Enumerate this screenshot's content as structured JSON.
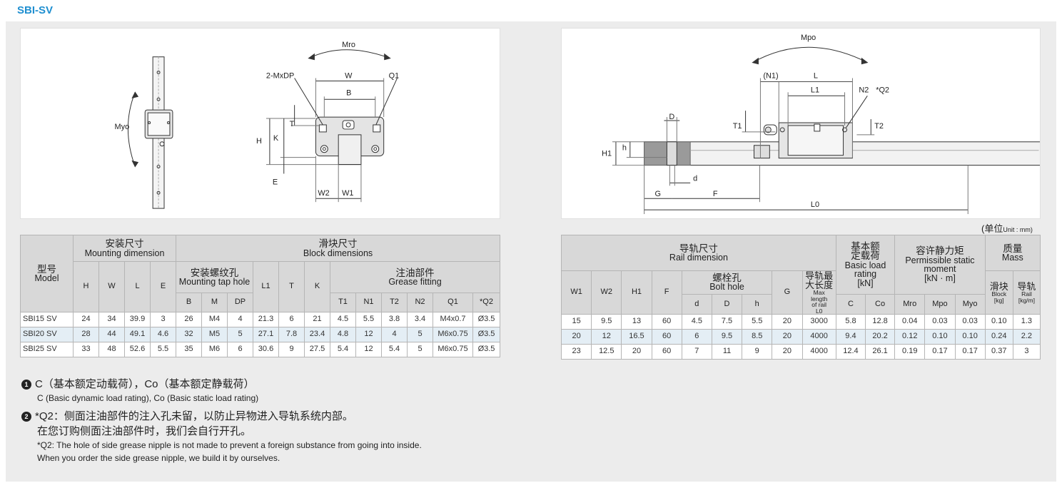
{
  "title": "SBI-SV",
  "unit_label": "(单位",
  "unit_small": "Unit : mm)",
  "drawing_left": {
    "labels": {
      "myo": "Myo",
      "mro": "Mro",
      "mxdp": "2-MxDP",
      "w": "W",
      "q1": "Q1",
      "b": "B",
      "t": "T",
      "h": "H",
      "k": "K",
      "e": "E",
      "w2": "W2",
      "w1": "W1"
    }
  },
  "drawing_right": {
    "labels": {
      "mpo": "Mpo",
      "n1": "(N1)",
      "l": "L",
      "l1": "L1",
      "n2": "N2",
      "q2": "*Q2",
      "d_upper": "D",
      "t1": "T1",
      "t2": "T2",
      "h1": "H1",
      "h": "h",
      "d": "d",
      "g": "G",
      "f": "F",
      "l0": "L0"
    }
  },
  "table_left": {
    "model_zh": "型号",
    "model_en": "Model",
    "mount_zh": "安装尺寸",
    "mount_en": "Mounting dimension",
    "block_zh": "滑块尺寸",
    "block_en": "Block dimensions",
    "tap_zh": "安装螺纹孔",
    "tap_en": "Mounting tap hole",
    "grease_zh": "注油部件",
    "grease_en": "Grease fitting",
    "cols": {
      "H": "H",
      "W": "W",
      "L": "L",
      "E": "E",
      "B": "B",
      "M": "M",
      "DP": "DP",
      "L1": "L1",
      "T": "T",
      "K": "K",
      "T1": "T1",
      "N1": "N1",
      "T2": "T2",
      "N2": "N2",
      "Q1": "Q1",
      "Q2": "*Q2"
    },
    "rows": [
      [
        "SBI15 SV",
        "24",
        "34",
        "39.9",
        "3",
        "26",
        "M4",
        "4",
        "21.3",
        "6",
        "21",
        "4.5",
        "5.5",
        "3.8",
        "3.4",
        "M4x0.7",
        "Ø3.5"
      ],
      [
        "SBI20 SV",
        "28",
        "44",
        "49.1",
        "4.6",
        "32",
        "M5",
        "5",
        "27.1",
        "7.8",
        "23.4",
        "4.8",
        "12",
        "4",
        "5",
        "M6x0.75",
        "Ø3.5"
      ],
      [
        "SBI25 SV",
        "33",
        "48",
        "52.6",
        "5.5",
        "35",
        "M6",
        "6",
        "30.6",
        "9",
        "27.5",
        "5.4",
        "12",
        "5.4",
        "5",
        "M6x0.75",
        "Ø3.5"
      ]
    ]
  },
  "table_right": {
    "rail_zh": "导轨尺寸",
    "rail_en": "Rail dimension",
    "bolt_zh": "螺栓孔",
    "bolt_en": "Bolt hole",
    "maxlen_zh1": "导轨最",
    "maxlen_zh2": "大长度",
    "maxlen_en1": "Max",
    "maxlen_en2": "length",
    "maxlen_en3": "of rail",
    "maxlen_en4": "L0",
    "rating_zh1": "基本额",
    "rating_zh2": "定载荷",
    "rating_en1": "Basic load",
    "rating_en2": "rating",
    "rating_en3": "[kN]",
    "moment_zh": "容许静力矩",
    "moment_en1": "Permissible static",
    "moment_en2": "moment",
    "moment_en3": "[kN · m]",
    "mass_zh": "质量",
    "mass_en": "Mass",
    "block_zh": "滑块",
    "block_en": "Block",
    "block_unit": "[kg]",
    "rail2_zh": "导轨",
    "rail2_en": "Rail",
    "rail2_unit": "[kg/m]",
    "cols": {
      "W1": "W1",
      "W2": "W2",
      "H1": "H1",
      "F": "F",
      "d": "d",
      "D": "D",
      "h": "h",
      "G": "G",
      "C": "C",
      "Co": "Co",
      "Mro": "Mro",
      "Mpo": "Mpo",
      "Myo": "Myo"
    },
    "rows": [
      [
        "15",
        "9.5",
        "13",
        "60",
        "4.5",
        "7.5",
        "5.5",
        "20",
        "3000",
        "5.8",
        "12.8",
        "0.04",
        "0.03",
        "0.03",
        "0.10",
        "1.3"
      ],
      [
        "20",
        "12",
        "16.5",
        "60",
        "6",
        "9.5",
        "8.5",
        "20",
        "4000",
        "9.4",
        "20.2",
        "0.12",
        "0.10",
        "0.10",
        "0.24",
        "2.2"
      ],
      [
        "23",
        "12.5",
        "20",
        "60",
        "7",
        "11",
        "9",
        "20",
        "4000",
        "12.4",
        "26.1",
        "0.19",
        "0.17",
        "0.17",
        "0.37",
        "3"
      ]
    ]
  },
  "notes": [
    {
      "marker": "1",
      "zh": "C（基本额定动载荷），Co（基本额定静载荷）",
      "en": "C (Basic dynamic load rating), Co (Basic static load rating)"
    },
    {
      "marker": "2",
      "zh": "*Q2：侧面注油部件的注入孔未留，以防止异物进入导轨系统内部。",
      "zh2": "在您订购侧面注油部件时，我们会自行开孔。",
      "en": "*Q2: The hole of side grease nipple is not made to prevent a foreign substance from going into inside.",
      "en2": "When you order the side grease nipple, we build it by ourselves."
    }
  ]
}
